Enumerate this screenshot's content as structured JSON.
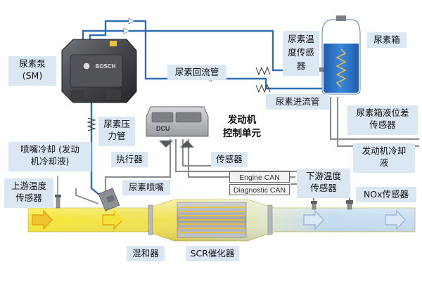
{
  "pump": {
    "brand": "BOSCH"
  },
  "ecu": {
    "name": "DCU"
  },
  "labels": {
    "urea_pump": [
      "尿素泵",
      "(SM)"
    ],
    "urea_return": "尿素回流管",
    "urea_tank_temp": [
      "尿素温",
      "度传感",
      "器"
    ],
    "urea_tank": "尿素箱",
    "urea_inlet": "尿素进流管",
    "urea_pressure": [
      "尿素压",
      "力管"
    ],
    "ecu_title": [
      "发动机",
      "控制单元"
    ],
    "tank_level": [
      "尿素箱液位差",
      "传感器"
    ],
    "nozzle_cooling": [
      "喷嘴冷却 (发动",
      "机冷却液)"
    ],
    "actuator": "执行器",
    "sensor": "传感器",
    "engine_coolant": [
      "发动机冷却",
      "液"
    ],
    "upstream_temp": [
      "上游温度",
      "传感器"
    ],
    "urea_nozzle": "尿素喷嘴",
    "engine_can": "Engine CAN",
    "diagnostic_can": "Diagnostic CAN",
    "downstream_temp": [
      "下游温度",
      "传感器"
    ],
    "nox_sensor": "NOx传感器",
    "mixer": "混和器",
    "scr": "SCR催化器"
  },
  "colors": {
    "label_bg": "#dbe7f3",
    "urea_line": "#2f6db5",
    "pipe_hot": "#f3e33a",
    "pipe_cool": "#c6dcef",
    "tank_fluid": "#2a6fc4",
    "arrow_fill": "#f0c430"
  }
}
